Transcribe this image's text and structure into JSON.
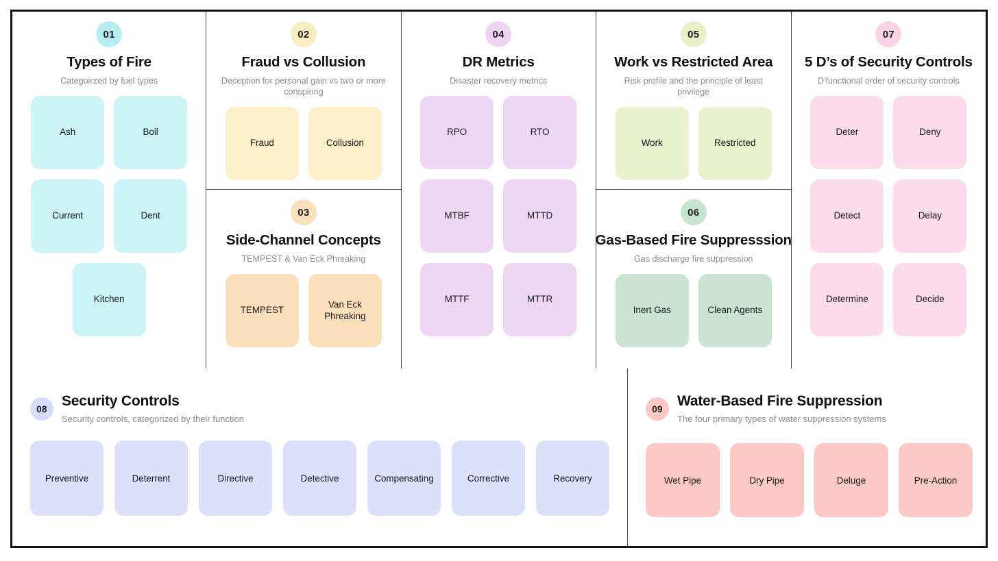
{
  "theme": {
    "frame_color": "#111111",
    "divider_color": "#4a4a4a",
    "background": "#ffffff",
    "title_color": "#101010",
    "subtitle_color": "#8c8c8c",
    "tile_text_color": "#15151a"
  },
  "panels": [
    {
      "number": "01",
      "title": "Types of Fire",
      "subtitle": "Categoirzed by fuel types",
      "badge_color": "#B8EDF0",
      "tile_color": "#CCF3F5",
      "tiles": [
        "Ash",
        "Boil",
        "Current",
        "Dent",
        "Kitchen"
      ]
    },
    {
      "number": "02",
      "title": "Fraud vs Collusion",
      "subtitle": "Deception for personal gain vs two or more conspiring",
      "badge_color": "#FBEDC2",
      "tile_color": "#FCEFC9",
      "tiles": [
        "Fraud",
        "Collusion"
      ]
    },
    {
      "number": "03",
      "title": "Side-Channel Concepts",
      "subtitle": "TEMPEST & Van Eck Phreaking",
      "badge_color": "#FBE0BC",
      "tile_color": "#FBDFBB",
      "tiles": [
        "TEMPEST",
        "Van Eck Phreaking"
      ]
    },
    {
      "number": "04",
      "title": "DR Metrics",
      "subtitle": "Disaster recovery metrics",
      "badge_color": "#EFD3F2",
      "tile_color": "#EFD6F5",
      "tiles": [
        "RPO",
        "RTO",
        "MTBF",
        "MTTD",
        "MTTF",
        "MTTR"
      ]
    },
    {
      "number": "05",
      "title": "Work vs Restricted Area",
      "subtitle": "Risk profile and the principle of least privilege",
      "badge_color": "#E8F0C8",
      "tile_color": "#E9F2CD",
      "tiles": [
        "Work",
        "Restricted"
      ]
    },
    {
      "number": "06",
      "title": "Gas-Based Fire Suppresssion",
      "subtitle": "Gas discharge fire suppression",
      "badge_color": "#C6E3D0",
      "tile_color": "#C9E4D3",
      "tiles": [
        "Inert Gas",
        "Clean Agents"
      ]
    },
    {
      "number": "07",
      "title": "5 D’s of Security Controls",
      "subtitle": "D'functional order of security controls",
      "badge_color": "#FBD3E6",
      "tile_color": "#FCDCEB",
      "tiles": [
        "Deter",
        "Deny",
        "Detect",
        "Delay",
        "Determine",
        "Decide"
      ]
    },
    {
      "number": "08",
      "title": "Security Controls",
      "subtitle": "Security controls, categorized by their function",
      "badge_color": "#D6DCFB",
      "tile_color": "#DCE0FB",
      "tiles": [
        "Preventive",
        "Deterrent",
        "Directive",
        "Detective",
        "Compensating",
        "Corrective",
        "Recovery"
      ]
    },
    {
      "number": "09",
      "title": "Water-Based Fire Suppression",
      "subtitle": "The four primary types of water suppression systems",
      "badge_color": "#FBC8C4",
      "tile_color": "#FBC8C3",
      "tiles": [
        "Wet Pipe",
        "Dry Pipe",
        "Deluge",
        "Pre-Action"
      ]
    }
  ]
}
